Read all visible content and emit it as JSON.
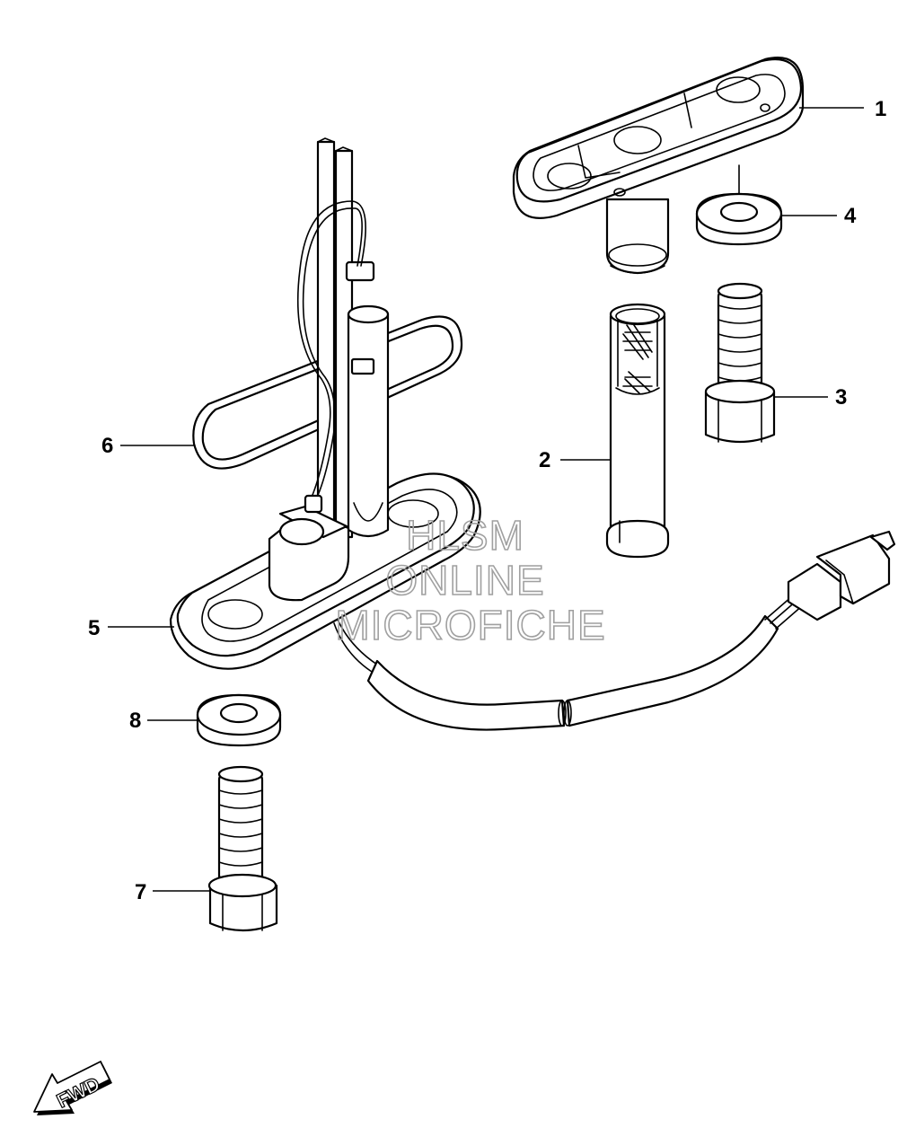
{
  "callouts": [
    {
      "id": "1",
      "label": "1"
    },
    {
      "id": "2",
      "label": "2"
    },
    {
      "id": "3",
      "label": "3"
    },
    {
      "id": "4",
      "label": "4"
    },
    {
      "id": "5",
      "label": "5"
    },
    {
      "id": "6",
      "label": "6"
    },
    {
      "id": "7",
      "label": "7"
    },
    {
      "id": "8",
      "label": "8"
    }
  ],
  "watermark": {
    "line1": "HLSM",
    "line2": "ONLINE",
    "line3": "MICROFICHE"
  },
  "direction_indicator": {
    "label": "FWD",
    "icon": "forward-arrow-icon"
  }
}
